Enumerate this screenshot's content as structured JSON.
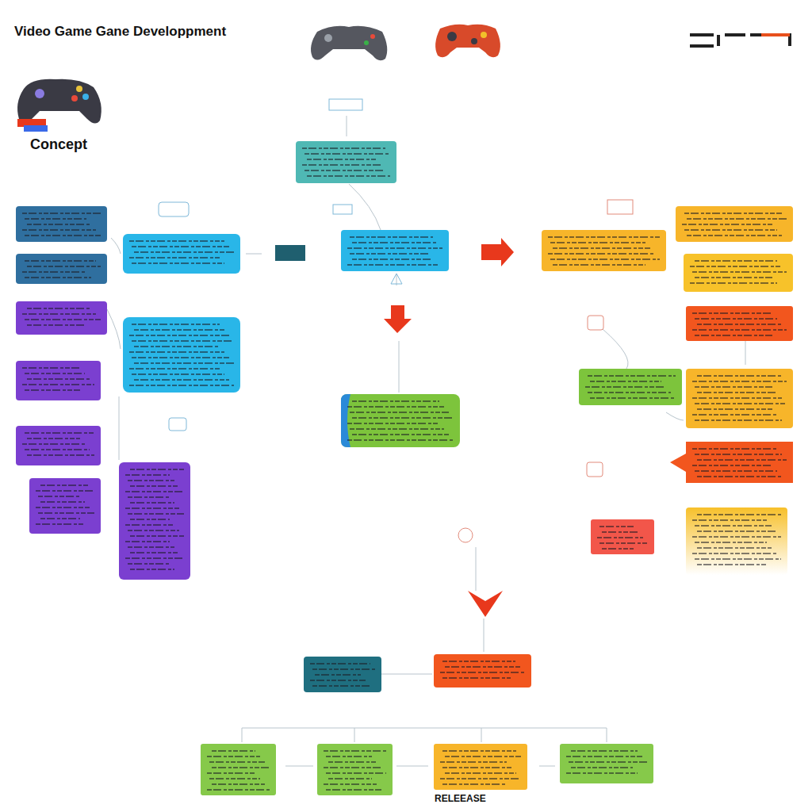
{
  "diagram": {
    "title": "Video Game Gane Developpment",
    "labels": [
      "Concept",
      "RELEEASE"
    ]
  }
}
